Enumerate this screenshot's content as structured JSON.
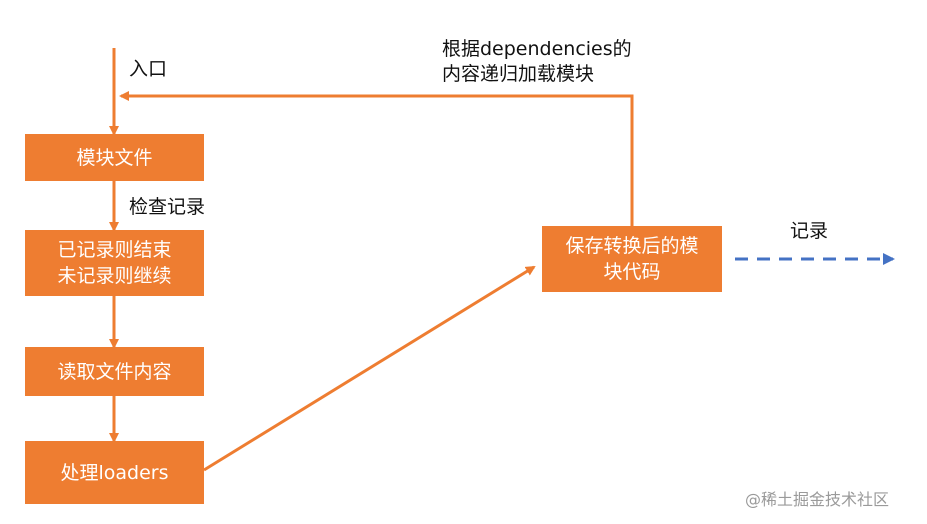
{
  "colors": {
    "box_fill": "#ee7d31",
    "box_text": "#ffffff",
    "flow_arrow": "#ee7d31",
    "output_arrow": "#4472c4",
    "label_text": "#111111",
    "watermark_text": "#9a9a9a"
  },
  "boxes": {
    "module_file": "模块文件",
    "check_line1": "已记录则结束",
    "check_line2": "未记录则继续",
    "read_content": "读取文件内容",
    "process_loaders": "处理loaders",
    "save_line1": "保存转换后的模",
    "save_line2": "块代码"
  },
  "labels": {
    "entry": "入口",
    "check_record": "检查记录",
    "recurse_line1": "根据dependencies的",
    "recurse_line2": "内容递归加载模块",
    "record": "记录"
  },
  "watermark": "@稀土掘金技术社区"
}
